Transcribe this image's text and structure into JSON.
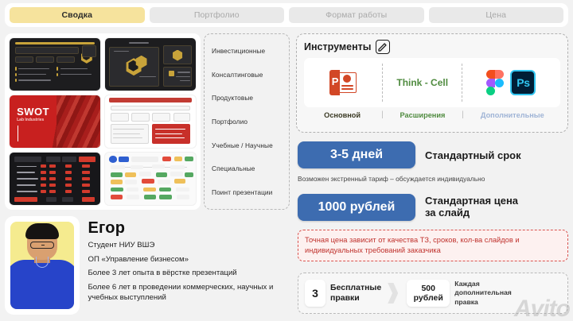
{
  "tabs": [
    {
      "label": "Сводка",
      "active": true
    },
    {
      "label": "Портфолио",
      "active": false
    },
    {
      "label": "Формат работы",
      "active": false
    },
    {
      "label": "Цена",
      "active": false
    }
  ],
  "categories": [
    "Инвестиционные",
    "Консалтинговые",
    "Продуктовые",
    "Портфолио",
    "Учебные / Научные",
    "Специальные",
    "Поинт презентации"
  ],
  "thumbnails": [
    {
      "name": "dark-gold-slide-1",
      "style": "dark"
    },
    {
      "name": "dark-gold-slide-2",
      "style": "dark"
    },
    {
      "name": "swot-red-slide",
      "style": "red",
      "title": "SWOT",
      "subtitle": "Lab Industries"
    },
    {
      "name": "white-process-slide",
      "style": "white"
    },
    {
      "name": "dark-table-slide",
      "style": "table"
    },
    {
      "name": "white-map-slide",
      "style": "map"
    }
  ],
  "tools": {
    "title": "Инструменты",
    "edit_icon": "pencil-edit-icon",
    "items": [
      {
        "icon": "powerpoint-icon",
        "label": "Основной"
      },
      {
        "icon": "think-cell-logo",
        "text": "Think - Cell",
        "label": "Расширения"
      },
      {
        "icon": "figma-icon",
        "label": "Дополнительные"
      },
      {
        "icon": "photoshop-icon",
        "label": "Дополнительные"
      }
    ],
    "labels": [
      "Основной",
      "Расширения",
      "Дополнительные"
    ],
    "divider": "|"
  },
  "pricing": {
    "term_value": "3-5 дней",
    "term_label": "Стандартный срок",
    "term_note": "Возможен экстренный тариф – обсуждается индивидуально",
    "price_value": "1000 рублей",
    "price_label_line1": "Стандартная цена",
    "price_label_line2": "за слайд",
    "warning": "Точная цена зависит от качества ТЗ, сроков, кол-ва слайдов и индивидуальных требований заказчика"
  },
  "edits": {
    "free_count": "3",
    "free_label_line1": "Бесплатные",
    "free_label_line2": "правки",
    "extra_price_line1": "500",
    "extra_price_line2": "рублей",
    "extra_label_line1": "Каждая",
    "extra_label_line2": "дополнительная",
    "extra_label_line3": "правка"
  },
  "profile": {
    "avatar": "profile-photo",
    "name": "Егор",
    "lines": [
      "Студент НИУ ВШЭ",
      "ОП «Управление бизнесом»",
      "Более 3 лет опыта в вёрстке презентаций",
      "Более 6 лет в проведении коммерческих, научных и учебных выступлений"
    ]
  },
  "watermark": "Avito",
  "colors": {
    "accent_yellow": "#f6e39d",
    "accent_blue": "#3d6cb0",
    "warning_red": "#c0332e",
    "tab_inactive": "#e9e9e9",
    "background": "#f2f2f2"
  }
}
